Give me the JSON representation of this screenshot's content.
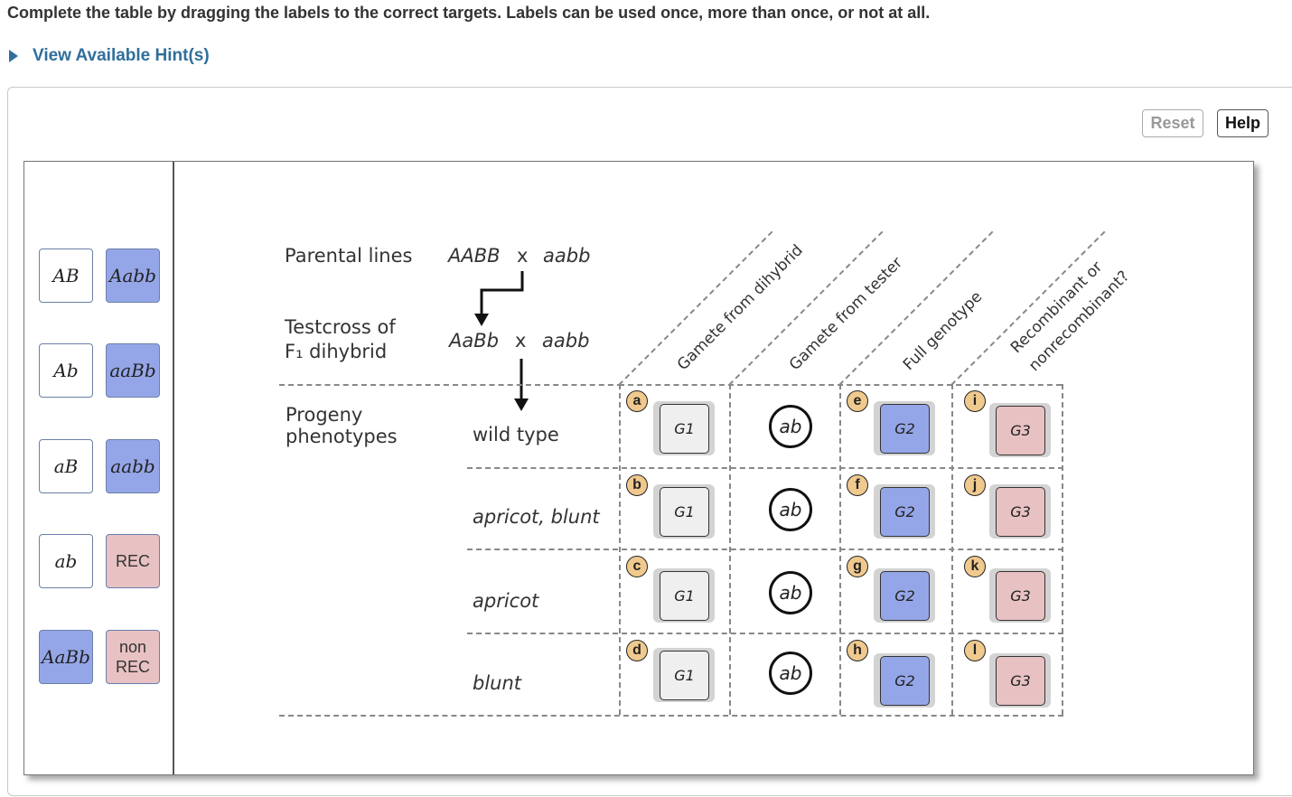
{
  "instructions": "Complete the table by dragging the labels to the correct targets. Labels can be used once, more than once, or not at all.",
  "hint_link": "View Available Hint(s)",
  "buttons": {
    "reset": "Reset",
    "help": "Help"
  },
  "labels": {
    "l1": "AB",
    "l2": "Aabb",
    "l3": "Ab",
    "l4": "aaBb",
    "l5": "aB",
    "l6": "aabb",
    "l7": "ab",
    "l8": "REC",
    "l9": "AaBb",
    "l10a": "non",
    "l10b": "REC"
  },
  "diagram": {
    "parental_lines": "Parental lines",
    "parental_cross_a": "AABB",
    "parental_cross_x": "x",
    "parental_cross_b": "aabb",
    "testcross_line1": "Testcross of",
    "testcross_line2": "F₁ dihybrid",
    "testcross_a": "AaBb",
    "testcross_x": "x",
    "testcross_b": "aabb",
    "progeny_line1": "Progeny",
    "progeny_line2": "phenotypes",
    "columns": [
      "Gamete from dihybrid",
      "Gamete from tester",
      "Full genotype",
      "Recombinant or",
      "nonrecombinant?"
    ],
    "rows": [
      {
        "phenotype": "wild type",
        "m1": "a",
        "g1": "G1",
        "tester": "ab",
        "m2": "e",
        "g2": "G2",
        "m3": "i",
        "g3": "G3"
      },
      {
        "phenotype": "apricot, blunt",
        "m1": "b",
        "g1": "G1",
        "tester": "ab",
        "m2": "f",
        "g2": "G2",
        "m3": "j",
        "g3": "G3"
      },
      {
        "phenotype": "apricot",
        "m1": "c",
        "g1": "G1",
        "tester": "ab",
        "m2": "g",
        "g2": "G2",
        "m3": "k",
        "g3": "G3"
      },
      {
        "phenotype": "blunt",
        "m1": "d",
        "g1": "G1",
        "tester": "ab",
        "m2": "h",
        "g2": "G2",
        "m3": "l",
        "g3": "G3"
      }
    ]
  }
}
